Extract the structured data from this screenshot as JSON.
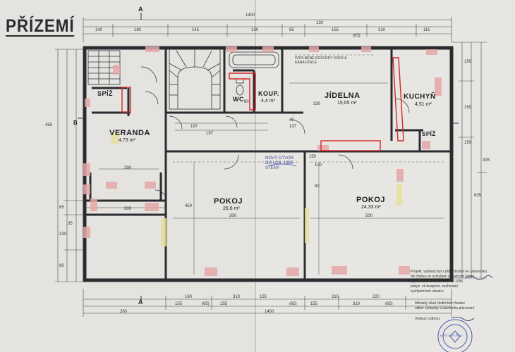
{
  "title": "PŘÍZEMÍ",
  "rooms": {
    "spiz1": {
      "name": "SPÍŽ"
    },
    "veranda": {
      "name": "VERANDA",
      "area": "4,73 m²"
    },
    "wc": {
      "name": "WC"
    },
    "koupelna": {
      "name": "KOUP.",
      "area": "4,4 m²"
    },
    "jidelna": {
      "name": "JÍDELNA",
      "area": "15,05 m²"
    },
    "kuchyn": {
      "name": "KUCHYŇ",
      "area": "4,51 m²"
    },
    "spiz2": {
      "name": "SPÍŽ"
    },
    "pokoj1": {
      "name": "POKOJ",
      "area": "26,6 m²"
    },
    "pokoj2": {
      "name": "POKOJ",
      "area": "24,33 m²"
    }
  },
  "top_dims": [
    "140",
    "180",
    "145",
    "130",
    "85",
    "130",
    "155",
    "310",
    "(65)",
    "115"
  ],
  "top_total": "1400",
  "bottom_dims": [
    "160",
    "310",
    "155",
    "310",
    "220"
  ],
  "bottom_dims2": [
    "155",
    "(65)",
    "155",
    "(65)",
    "155",
    "310",
    "(65)"
  ],
  "bottom_total": "1400",
  "bottom_left": "260",
  "right_dims": [
    "150",
    "150",
    "150",
    "405",
    "635"
  ],
  "left_dims": [
    "65",
    "450",
    "35",
    "130",
    "90"
  ],
  "interior_dims": [
    "300",
    "450",
    "330",
    "290",
    "300",
    "500",
    "90",
    "100",
    "150",
    "80",
    "197",
    "197",
    "40",
    "137"
  ],
  "annotation_blue": "NOVÝ OTVOR DO LOS. 1995 STĚNY",
  "section_marks": {
    "a": "A",
    "b": "B"
  },
  "note_top": "DOPLNĚNÉ ROZVODY VODY A KANALIZACE",
  "stamp": {
    "line1": "Projekt, vybraný byl s přihlédnutím ke stanovisku",
    "line2": "dle článku ve schválení stavebním řízení",
    "line3": "(vyhodnoceno ze dne ... 7.2.1995",
    "line4": "pokyn. zk bezpečn. zachování",
    "line5": "a připomínek obsahu",
    "line6": "Městský úřad Jindřichův Hradec",
    "line7": "odbor výstavby a územního plánování",
    "line8": "Vedoucí odboru:",
    "seal": "MĚSTSKÝ ÚŘAD"
  }
}
